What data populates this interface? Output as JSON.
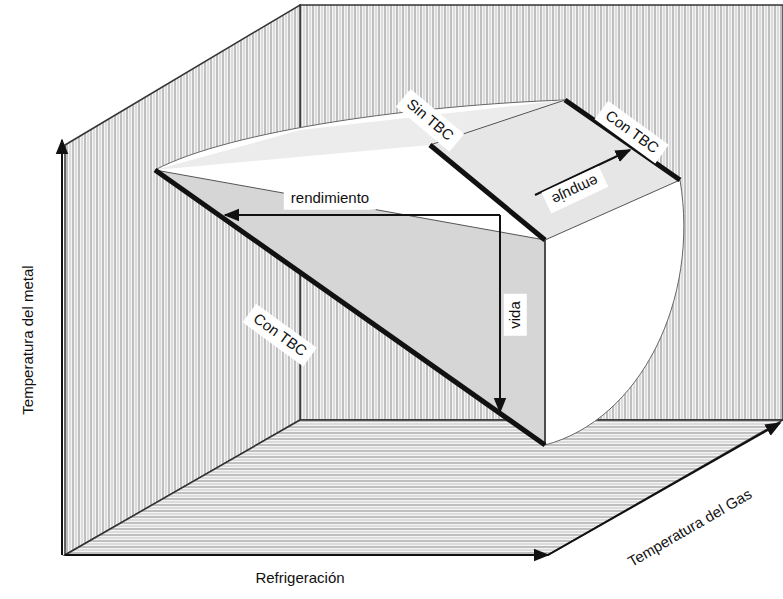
{
  "diagram": {
    "labels": [
      "Sin TBC",
      "Con TBC",
      "rendimiento",
      "empuje",
      "vida",
      "Con TBC",
      "Temperatura del metal",
      "Refrigeración",
      "Temperatura del Gas"
    ]
  }
}
